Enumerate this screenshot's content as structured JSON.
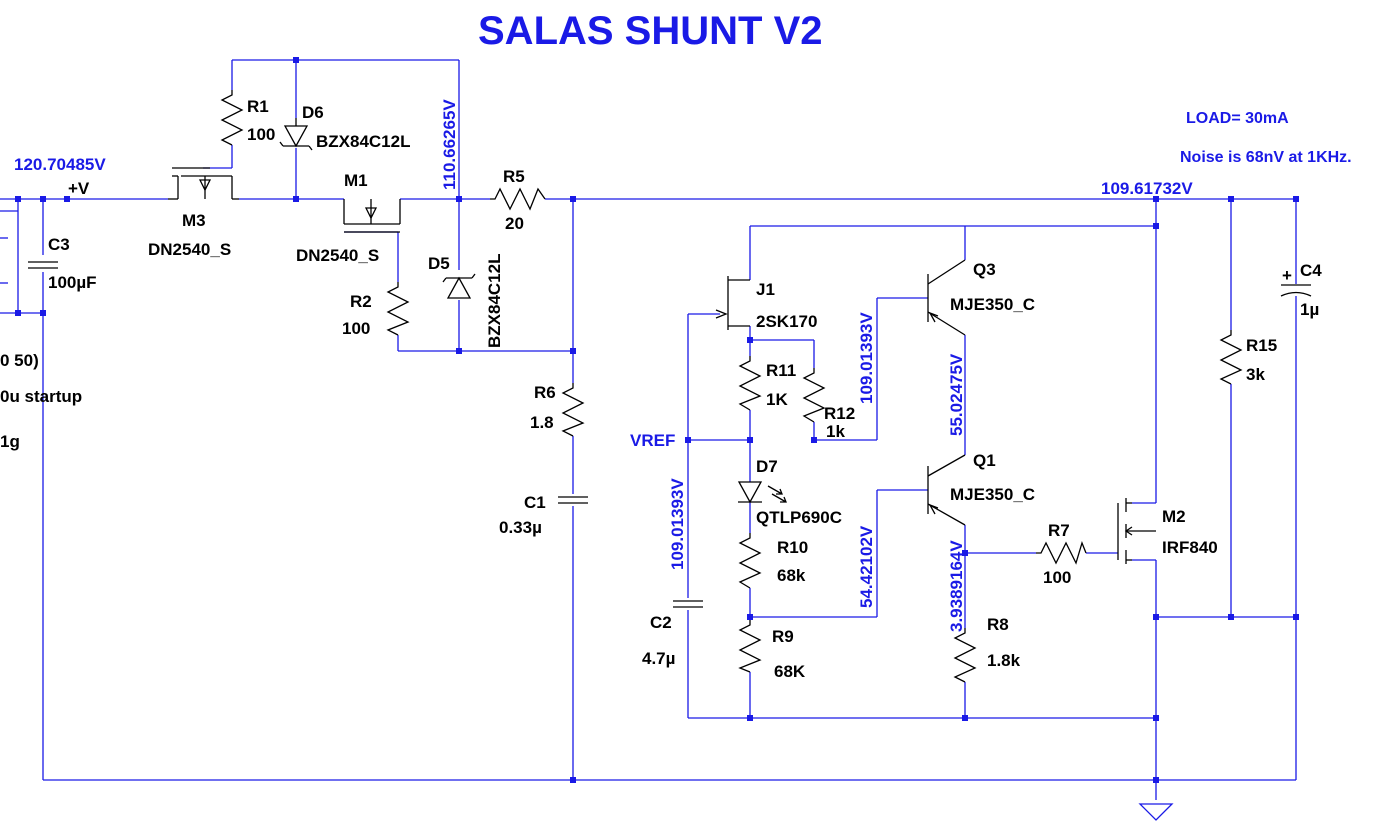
{
  "title": "SALAS SHUNT V2",
  "notes": {
    "load": "LOAD= 30mA",
    "noise": "Noise is 68nV at 1KHz."
  },
  "voltages": {
    "v_in": "120.70485V",
    "v_m1": "110.66265V",
    "v_out": "109.61732V",
    "v_q3_base": "109.01393V",
    "v_q3_emitter": "55.02475V",
    "v_vref": "109.01393V",
    "v_q1_base": "54.42102V",
    "v_q1_emitter": "3.9389164V"
  },
  "net_labels": {
    "plus_v": "+V",
    "vref": "VREF"
  },
  "left_cutoff": {
    "line1": "0 50)",
    "line2": "0u startup",
    "line3": "1g"
  },
  "components": {
    "R1": {
      "name": "R1",
      "value": "100"
    },
    "D6": {
      "name": "D6",
      "value": "BZX84C12L"
    },
    "M3": {
      "name": "M3",
      "value": "DN2540_S"
    },
    "M1": {
      "name": "M1",
      "value": "DN2540_S"
    },
    "R2": {
      "name": "R2",
      "value": "100"
    },
    "D5": {
      "name": "D5",
      "value": "BZX84C12L"
    },
    "R5": {
      "name": "R5",
      "value": "20"
    },
    "C3": {
      "name": "C3",
      "value": "100µF"
    },
    "R6": {
      "name": "R6",
      "value": "1.8"
    },
    "C1": {
      "name": "C1",
      "value": "0.33µ"
    },
    "J1": {
      "name": "J1",
      "value": "2SK170"
    },
    "R11": {
      "name": "R11",
      "value": "1K"
    },
    "R12": {
      "name": "R12",
      "value": "1k"
    },
    "D7": {
      "name": "D7",
      "value": "QTLP690C"
    },
    "R10": {
      "name": "R10",
      "value": "68k"
    },
    "R9": {
      "name": "R9",
      "value": "68K"
    },
    "C2": {
      "name": "C2",
      "value": "4.7µ"
    },
    "Q3": {
      "name": "Q3",
      "value": "MJE350_C"
    },
    "Q1": {
      "name": "Q1",
      "value": "MJE350_C"
    },
    "R7": {
      "name": "R7",
      "value": "100"
    },
    "R8": {
      "name": "R8",
      "value": "1.8k"
    },
    "M2": {
      "name": "M2",
      "value": "IRF840"
    },
    "R15": {
      "name": "R15",
      "value": "3k"
    },
    "C4": {
      "name": "C4",
      "value": "1µ"
    }
  },
  "colors": {
    "wire": "#1a1ae6",
    "component": "#000000",
    "background": "#ffffff"
  }
}
